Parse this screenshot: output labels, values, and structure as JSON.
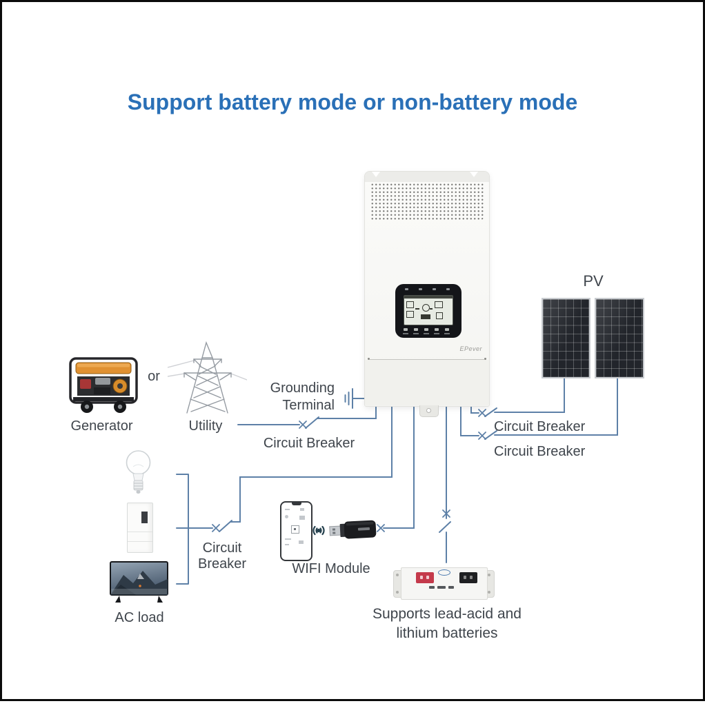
{
  "title": "Support battery mode or non-battery mode",
  "labels": {
    "generator": "Generator",
    "or": "or",
    "utility": "Utility",
    "grounding1": "Grounding",
    "grounding2": "Terminal",
    "breaker_utility": "Circuit Breaker",
    "pv": "PV",
    "breaker_pv1": "Circuit Breaker",
    "breaker_pv2": "Circuit Breaker",
    "breaker_ac1": "Circuit",
    "breaker_ac2": "Breaker",
    "ac_load": "AC load",
    "wifi_module": "WIFI Module",
    "battery1": "Supports lead-acid and",
    "battery2": "lithium batteries"
  },
  "branding": {
    "inverter_logo": "EPever"
  },
  "colors": {
    "title": "#2a70b7",
    "wire": "#5d80a7",
    "label": "#3f454c"
  }
}
